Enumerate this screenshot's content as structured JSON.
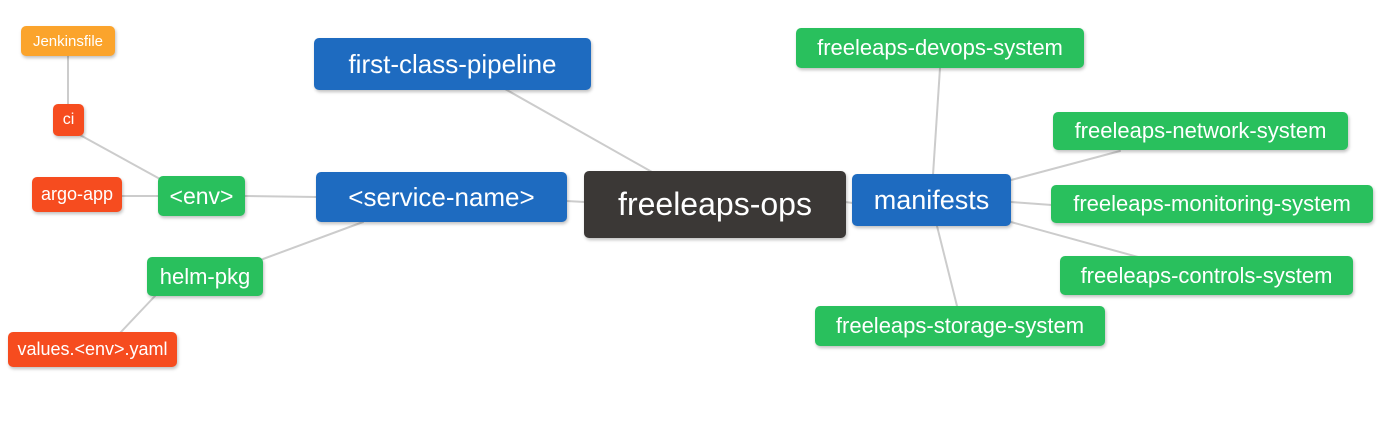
{
  "palette": {
    "blue": "#1e6bc0",
    "green": "#29c05d",
    "red": "#f64c1f",
    "orange": "#fba42c",
    "dark": "#3b3836",
    "edge": "#cccccc",
    "background": "#ffffff",
    "node_text": "#ffffff"
  },
  "nodes": {
    "freeleaps_ops": {
      "label": "freeleaps-ops",
      "color": "#3b3836"
    },
    "first_class_pipeline": {
      "label": "first-class-pipeline",
      "color": "#1e6bc0"
    },
    "service_name": {
      "label": "<service-name>",
      "color": "#1e6bc0"
    },
    "manifests": {
      "label": "manifests",
      "color": "#1e6bc0"
    },
    "env": {
      "label": "<env>",
      "color": "#29c05d"
    },
    "helm_pkg": {
      "label": "helm-pkg",
      "color": "#29c05d"
    },
    "jenkinsfile": {
      "label": "Jenkinsfile",
      "color": "#fba42c"
    },
    "ci": {
      "label": "ci",
      "color": "#f64c1f"
    },
    "argo_app": {
      "label": "argo-app",
      "color": "#f64c1f"
    },
    "values_env_yaml": {
      "label": "values.<env>.yaml",
      "color": "#f64c1f"
    },
    "devops_system": {
      "label": "freeleaps-devops-system",
      "color": "#29c05d"
    },
    "network_system": {
      "label": "freeleaps-network-system",
      "color": "#29c05d"
    },
    "monitoring_system": {
      "label": "freeleaps-monitoring-system",
      "color": "#29c05d"
    },
    "controls_system": {
      "label": "freeleaps-controls-system",
      "color": "#29c05d"
    },
    "storage_system": {
      "label": "freeleaps-storage-system",
      "color": "#29c05d"
    }
  },
  "edges": [
    {
      "from": "Jenkinsfile",
      "to": "ci"
    },
    {
      "from": "ci",
      "to": "<env>"
    },
    {
      "from": "argo-app",
      "to": "<env>"
    },
    {
      "from": "<env>",
      "to": "<service-name>"
    },
    {
      "from": "helm-pkg",
      "to": "<service-name>"
    },
    {
      "from": "values.<env>.yaml",
      "to": "helm-pkg"
    },
    {
      "from": "first-class-pipeline",
      "to": "freeleaps-ops"
    },
    {
      "from": "<service-name>",
      "to": "freeleaps-ops"
    },
    {
      "from": "freeleaps-ops",
      "to": "manifests"
    },
    {
      "from": "manifests",
      "to": "freeleaps-devops-system"
    },
    {
      "from": "manifests",
      "to": "freeleaps-network-system"
    },
    {
      "from": "manifests",
      "to": "freeleaps-monitoring-system"
    },
    {
      "from": "manifests",
      "to": "freeleaps-controls-system"
    },
    {
      "from": "manifests",
      "to": "freeleaps-storage-system"
    }
  ]
}
